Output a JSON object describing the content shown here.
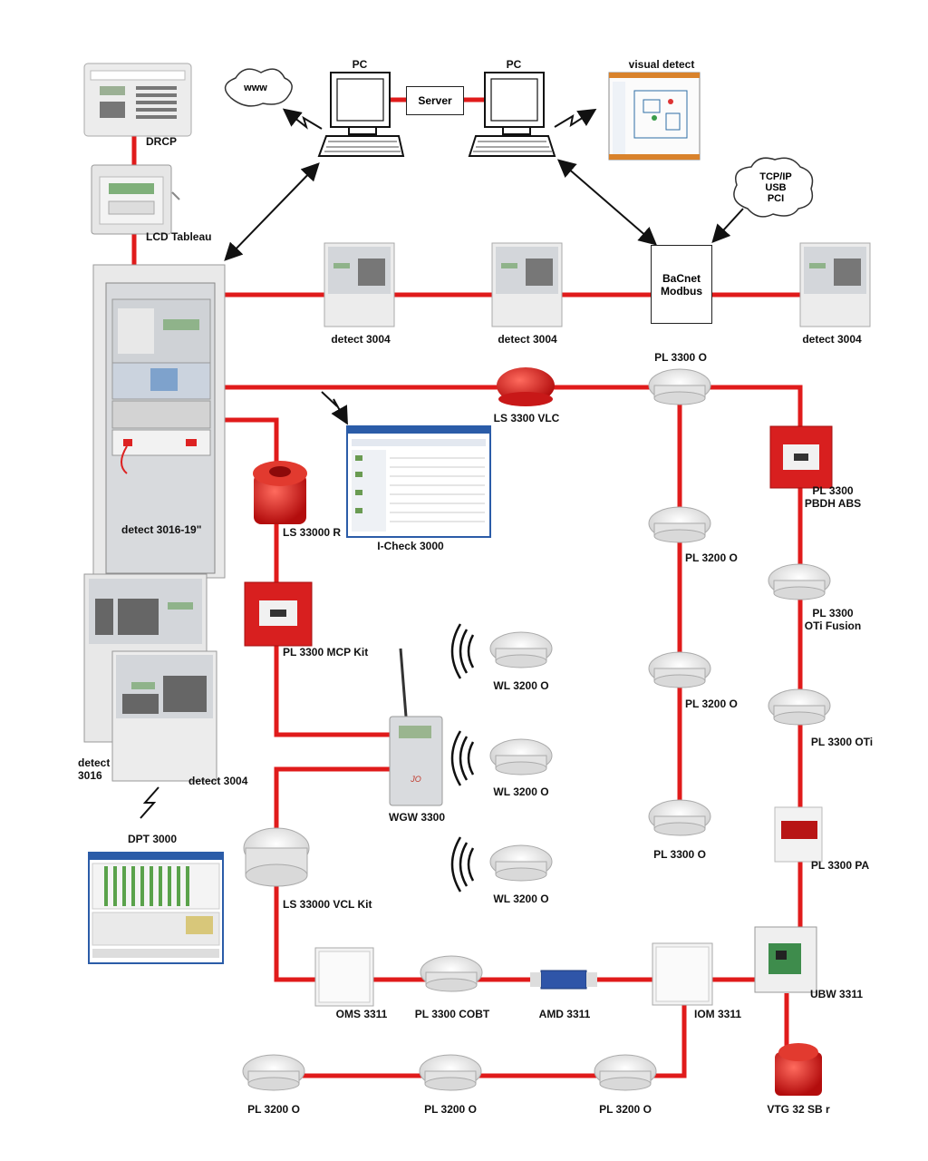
{
  "labels": {
    "pc_left": "PC",
    "pc_right": "PC",
    "server": "Server",
    "visual_detect": "visual detect",
    "www": "www",
    "tcp_ip": "TCP/IP",
    "usb": "USB",
    "pci": "PCI",
    "drcp": "DRCP",
    "lcd_tableau": "LCD Tableau",
    "bacnet": "BaCnet",
    "modbus": "Modbus",
    "detect3004_a": "detect 3004",
    "detect3004_b": "detect 3004",
    "detect3004_c": "detect 3004",
    "pl3300o_top": "PL 3300 O",
    "ls3300vlc": "LS 3300 VLC",
    "pl3300_pbdh_1": "PL 3300",
    "pl3300_pbdh_2": "PBDH ABS",
    "pl3200o_a": "PL 3200 O",
    "pl3300_otifusion_1": "PL 3300",
    "pl3300_otifusion_2": "OTi Fusion",
    "pl3200o_b": "PL 3200 O",
    "pl3300oti": "PL 3300 OTi",
    "pl3300o_mid": "PL 3300 O",
    "pl3300pa": "PL 3300 PA",
    "detect3016_19": "detect 3016-19\"",
    "ls33000r": "LS 33000 R",
    "icheck": "I-Check 3000",
    "pl3300mcp": "PL 3300 MCP Kit",
    "wl3200o_a": "WL 3200 O",
    "wl3200o_b": "WL 3200 O",
    "wl3200o_c": "WL 3200 O",
    "detect3016_1": "detect",
    "detect3016_2": "3016",
    "detect3004_d": "detect 3004",
    "wgw3300": "WGW 3300",
    "dpt3000": "DPT 3000",
    "ls33000vcl": "LS 33000 VCL Kit",
    "oms3311": "OMS 3311",
    "pl3300cobt": "PL 3300 COBT",
    "amd3311": "AMD 3311",
    "iom3311": "IOM 3311",
    "ubw3311": "UBW 3311",
    "pl3200o_c": "PL 3200 O",
    "pl3200o_d": "PL 3200 O",
    "pl3200o_e": "PL 3200 O",
    "vtg32sbr": "VTG 32 SB r"
  },
  "colors": {
    "wire": "#e01b1b",
    "device_grey": "#e4e4e4",
    "panel_grey": "#d6d8db",
    "alarm_red": "#d81f1f"
  }
}
